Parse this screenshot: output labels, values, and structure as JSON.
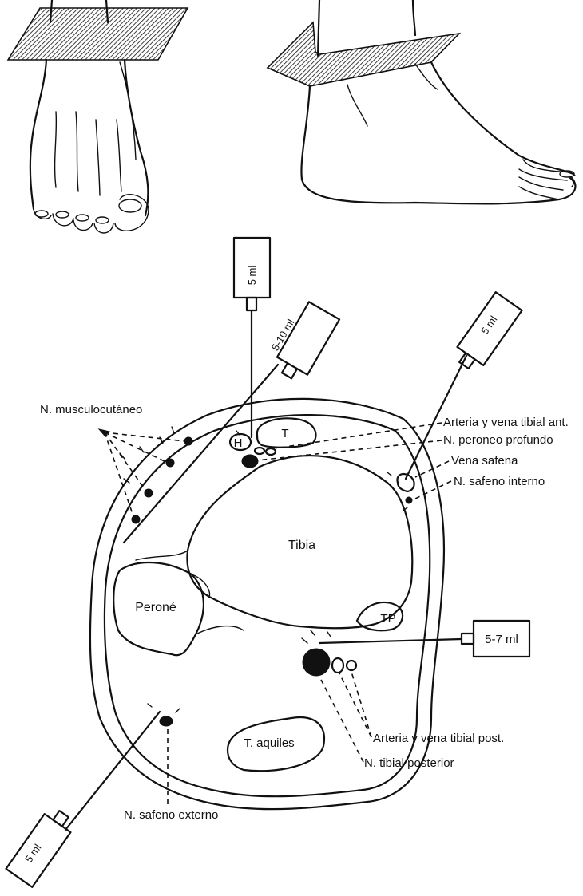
{
  "figure": {
    "syringes": {
      "top_vertical": "5 ml",
      "top_diagonal": "5-10 ml",
      "right_upper": "5 ml",
      "right_lower": "5-7 ml",
      "bottom_left": "5 ml"
    },
    "structures": {
      "tibia": "Tibia",
      "perone": "Peroné",
      "tendon_t": "T",
      "tendon_h": "H",
      "tendon_tp": "TP",
      "aquiles": "T. aquiles"
    },
    "callouts": {
      "musculocutaneo": "N. musculocutáneo",
      "arteria_tibial_ant": "Arteria y vena tibial ant.",
      "peroneo_profundo": "N. peroneo profundo",
      "vena_safena": "Vena safena",
      "safeno_interno": "N. safeno interno",
      "arteria_tibial_post": "Arteria y vena tibial post.",
      "tibial_posterior": "N. tibial posterior",
      "safeno_externo": "N. safeno externo"
    }
  }
}
